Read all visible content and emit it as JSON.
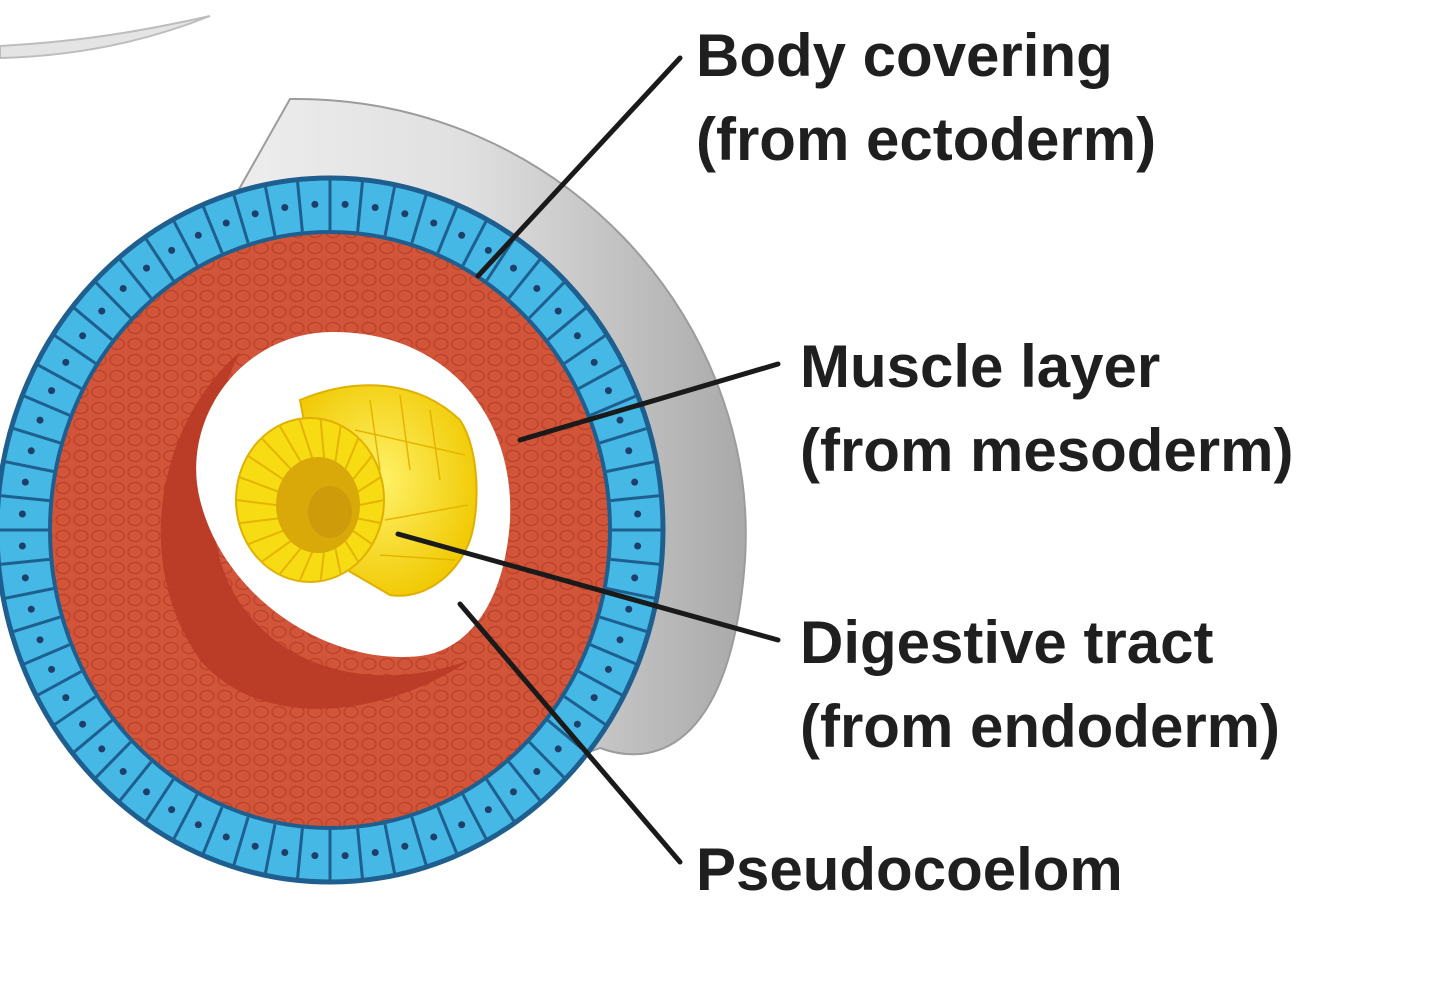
{
  "labels": {
    "body_covering": {
      "line1": "Body covering",
      "line2": "(from ectoderm)"
    },
    "muscle_layer": {
      "line1": "Muscle layer",
      "line2": "(from mesoderm)"
    },
    "digestive_tract": {
      "line1": "Digestive tract",
      "line2": "(from endoderm)"
    },
    "pseudocoelom": {
      "line1": "Pseudocoelom"
    }
  },
  "colors": {
    "ectoderm_blue": "#45b8e6",
    "ectoderm_edge": "#1f5f8f",
    "mesoderm_red": "#d2553a",
    "mesoderm_shadow": "#b83a24",
    "endoderm_yellow": "#f5d60c",
    "endoderm_dark": "#d9a90a",
    "body_gray": "#dcdcdc",
    "leader_line": "#1a1a1a"
  }
}
